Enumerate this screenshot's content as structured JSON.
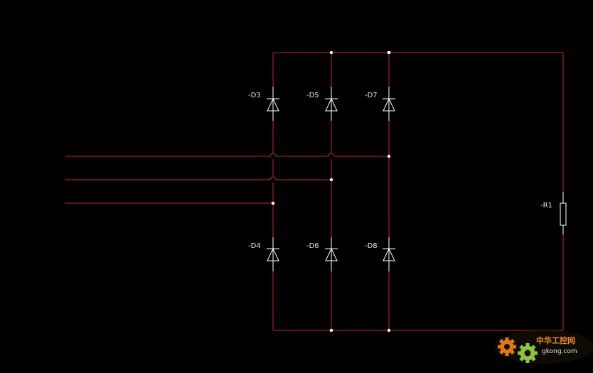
{
  "colors": {
    "background": "#000000",
    "wire": "#c0282c",
    "component": "#ffffff",
    "label": "#e8e8e8",
    "watermark_gear_orange": "#e07a10",
    "watermark_gear_green": "#8cc43c"
  },
  "labels": {
    "d3": "-D3",
    "d4": "-D4",
    "d5": "-D5",
    "d6": "-D6",
    "d7": "-D7",
    "d8": "-D8",
    "r1": "-R1"
  },
  "watermark": {
    "site_cn": "中华工控网",
    "site_en": "gkong.com"
  }
}
